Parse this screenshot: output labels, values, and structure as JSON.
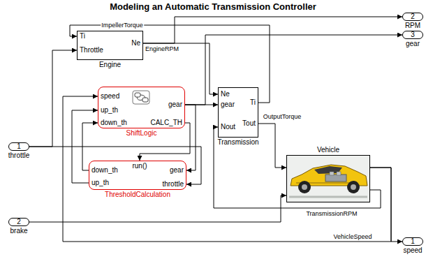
{
  "diagram": {
    "title": "Modeling an Automatic Transmission Controller",
    "nodes": [
      {
        "text": [
          "Ti",
          "Throttle",
          "Ne",
          "Engine"
        ]
      },
      {
        "text": [
          "2",
          "RPM"
        ]
      },
      {
        "text": [
          "3",
          "gear"
        ]
      },
      {
        "text": [
          "1",
          "throttle"
        ]
      },
      {
        "text": [
          "speed",
          "up_th",
          "down_th",
          "gear",
          "CALC_TH",
          "ShiftLogic"
        ]
      },
      {
        "text": [
          "Ne",
          "gear",
          "Nout",
          "Ti",
          "Tout",
          "Transmission"
        ]
      },
      {
        "text": [
          "Vehicle"
        ]
      },
      {
        "text": [
          "down_th",
          "up_th",
          "run()",
          "gear",
          "throttle",
          "ThresholdCalculation"
        ]
      },
      {
        "text": [
          "2",
          "brake"
        ]
      },
      {
        "text": [
          "1",
          "speed"
        ]
      }
    ],
    "edges": [
      {
        "from": 3,
        "to": 0,
        "arrow": "to"
      },
      {
        "from": 3,
        "to": 7,
        "arrow": "to"
      },
      {
        "from": 0,
        "to": 5,
        "label": "EngineRPM",
        "arrow": "to"
      },
      {
        "from": 0,
        "to": 1,
        "arrow": "to"
      },
      {
        "from": 5,
        "to": 0,
        "label": "ImpellerTorque",
        "arrow": "to"
      },
      {
        "from": 4,
        "to": 5,
        "arrow": "to"
      },
      {
        "from": 4,
        "to": 2,
        "arrow": "to"
      },
      {
        "from": 4,
        "to": 7,
        "arrow": "to"
      },
      {
        "from": 4,
        "to": 7,
        "arrow": "to"
      },
      {
        "from": 7,
        "to": 4,
        "arrow": "to"
      },
      {
        "from": 7,
        "to": 4,
        "arrow": "to"
      },
      {
        "from": 5,
        "to": 6,
        "label": "OutputTorque",
        "arrow": "to"
      },
      {
        "from": 6,
        "to": 5,
        "label": "TransmissionRPM",
        "arrow": "to"
      },
      {
        "from": 6,
        "to": 9,
        "label": "VehicleSpeed",
        "arrow": "to"
      },
      {
        "from": 6,
        "to": 4,
        "arrow": "to"
      },
      {
        "from": 8,
        "to": 6,
        "arrow": "to"
      }
    ]
  }
}
